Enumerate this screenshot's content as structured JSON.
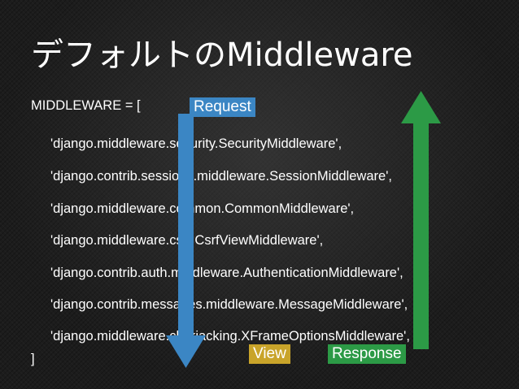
{
  "slide": {
    "title": "デフォルトのMiddleware",
    "code_lines": [
      "MIDDLEWARE = [",
      "'django.middleware.security.SecurityMiddleware',",
      "'django.contrib.sessions.middleware.SessionMiddleware',",
      "'django.middleware.common.CommonMiddleware',",
      "'django.middleware.csrf.CsrfViewMiddleware',",
      "'django.contrib.auth.middleware.AuthenticationMiddleware',",
      "'django.contrib.messages.middleware.MessageMiddleware',",
      "'django.middleware.clickjacking.XFrameOptionsMiddleware',",
      "]"
    ]
  },
  "labels": {
    "request": "Request",
    "view": "View",
    "response": "Response"
  },
  "colors": {
    "request_arrow": "#3b86c4",
    "view_label": "#c9a42a",
    "response_arrow": "#2c9a46"
  }
}
